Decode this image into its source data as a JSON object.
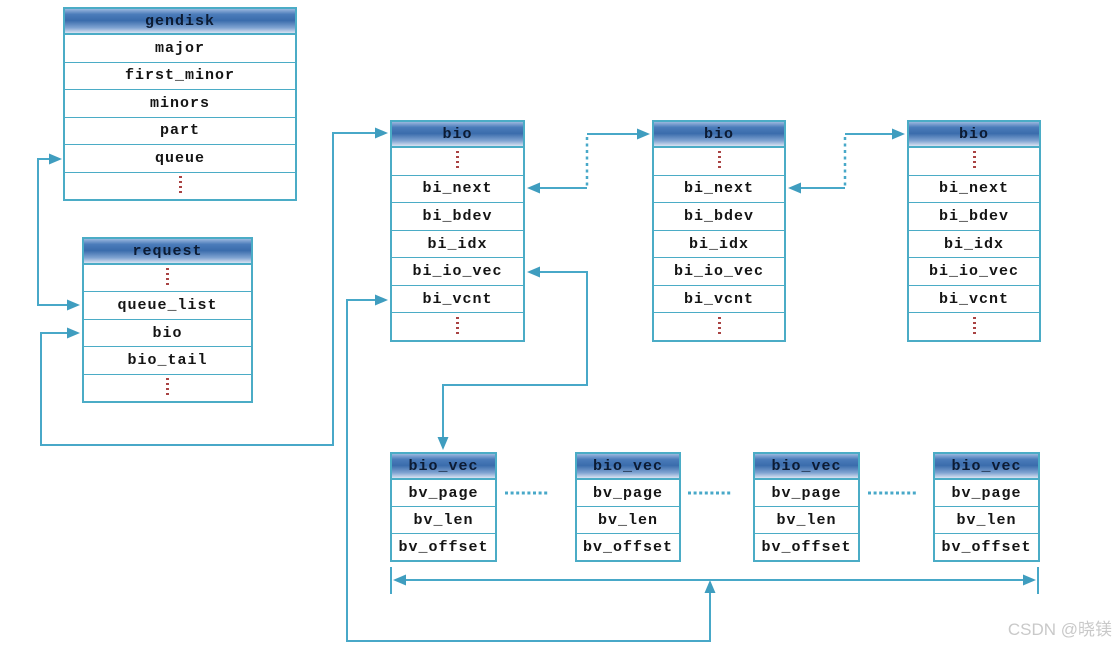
{
  "diagram": {
    "title_hint": "Linux block layer structures: gendisk / request / bio / bio_vec",
    "watermark": "CSDN @晓镁",
    "colors": {
      "connector_line": "#48a8c8",
      "table_border": "#4bacc6",
      "header_gradient_top": "#9ab7de",
      "header_gradient_middle": "#3a6cac",
      "header_gradient_bottom": "#d8e2f2",
      "ellipsis_dots": "#a94343",
      "row_text": "#141414",
      "watermark_text": "#c9c9c9",
      "background": "#ffffff"
    },
    "tables": {
      "gendisk": {
        "title": "gendisk",
        "rows": [
          "major",
          "first_minor",
          "minors",
          "part",
          "queue"
        ]
      },
      "request": {
        "title": "request",
        "rows": [
          "queue_list",
          "bio",
          "bio_tail"
        ]
      },
      "bio": {
        "title": "bio",
        "rows": [
          "bi_next",
          "bi_bdev",
          "bi_idx",
          "bi_io_vec",
          "bi_vcnt"
        ]
      },
      "bio_vec": {
        "title": "bio_vec",
        "rows": [
          "bv_page",
          "bv_len",
          "bv_offset"
        ]
      }
    },
    "instances": {
      "bio_tables": 3,
      "bio_vec_tables": 4
    }
  }
}
